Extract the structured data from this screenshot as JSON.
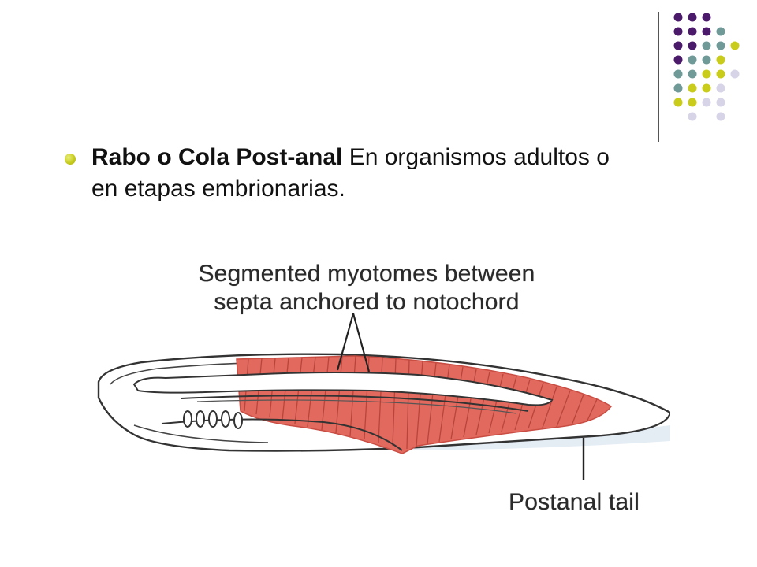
{
  "slide": {
    "bullet": {
      "bold_term": "Rabo o Cola Post-anal",
      "text": " En organismos adultos o en etapas embrionarias."
    }
  },
  "figure": {
    "label_top_line1": "Segmented myotomes between",
    "label_top_line2": "septa anchored to notochord",
    "label_tail": "Postanal tail"
  },
  "colors": {
    "dot_purple": "#4b1a6b",
    "dot_teal": "#6f9a98",
    "dot_yellow": "#c9cc1a",
    "dot_lavender": "#d6d4e6",
    "muscle": "#e2695e",
    "bullet": "#c7cc1e"
  },
  "icons": {
    "bullet": "bullet-dot-icon",
    "decoration": "dot-grid-decoration"
  }
}
